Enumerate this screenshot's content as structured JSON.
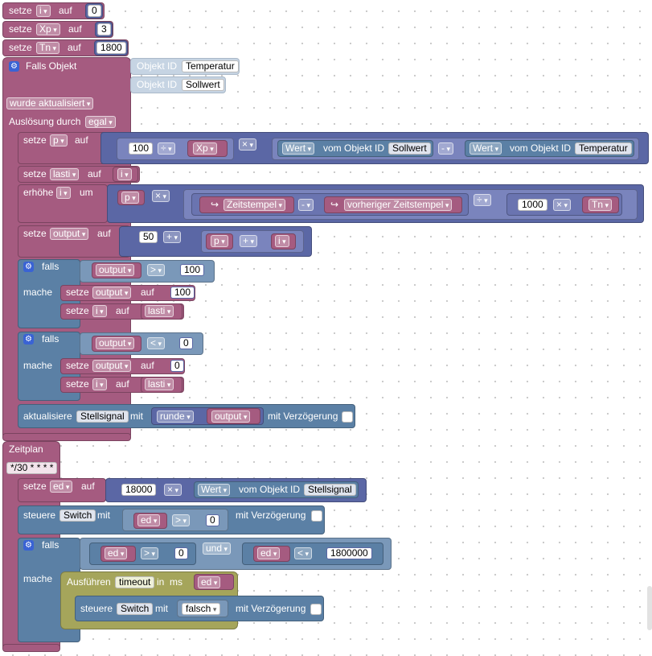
{
  "vars": {
    "i": "i",
    "xp": "Xp",
    "tn": "Tn",
    "p": "p",
    "lasti": "lasti",
    "output": "output",
    "ed": "ed",
    "timeout": "timeout"
  },
  "kw": {
    "setze": "setze",
    "auf": "auf",
    "falls_objekt": "Falls Objekt",
    "objekt_id": "Objekt ID",
    "wurde": "wurde aktualisiert",
    "ausloesung": "Auslösung durch",
    "egal": "egal",
    "wert": "Wert",
    "vom_objekt_id": "vom Objekt ID",
    "erhoehe": "erhöhe",
    "um": "um",
    "falls": "falls",
    "mache": "mache",
    "aktualisiere": "aktualisiere",
    "mit": "mit",
    "runde": "runde",
    "mit_verz": "mit Verzögerung",
    "zeitplan": "Zeitplan",
    "steuere": "steuere",
    "und": "und",
    "ausfuehren": "Ausführen",
    "in": "in",
    "ms": "ms",
    "falsch": "falsch",
    "zeitstempel": "Zeitstempel",
    "vorheriger_zeitstempel": "vorheriger Zeitstempel"
  },
  "values": {
    "i_init": "0",
    "xp_init": "3",
    "tn_init": "1800",
    "n100": "100",
    "n1000": "1000",
    "n50": "50",
    "n0": "0",
    "n18000": "18000",
    "n1800000": "1800000",
    "cron": "*/30 * * * *"
  },
  "objects": {
    "temperatur": "Temperatur",
    "sollwert": "Sollwert",
    "stellsignal": "Stellsignal",
    "switch": "Switch"
  },
  "ops": {
    "div": "÷",
    "mul": "×",
    "minus": "-",
    "plus": "+",
    "gt": ">",
    "lt": "<"
  }
}
